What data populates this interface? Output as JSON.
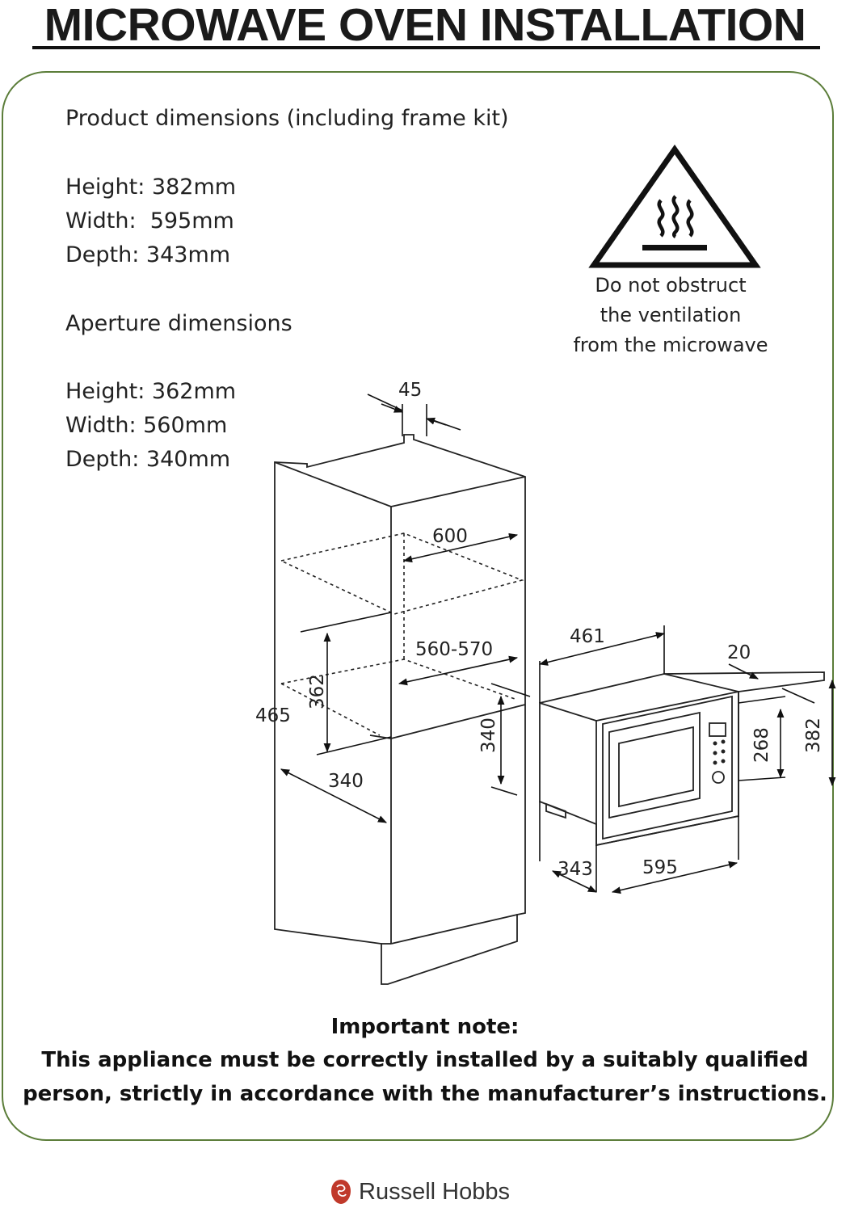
{
  "title": "MICROWAVE OVEN INSTALLATION",
  "product": {
    "heading": "Product dimensions (including frame kit)",
    "height": "Height: 382mm",
    "width": "Width:  595mm",
    "depth": "Depth: 343mm"
  },
  "aperture": {
    "heading": "Aperture dimensions",
    "height": "Height: 362mm",
    "width": "Width: 560mm",
    "depth": "Depth: 340mm"
  },
  "warning": {
    "icon": "hot-surface-warning-icon",
    "line1": "Do not obstruct",
    "line2": "the ventilation",
    "line3": "from the microwave"
  },
  "dimensions": {
    "d45": "45",
    "d600": "600",
    "d560_570": "560-570",
    "d362": "362",
    "d465": "465",
    "d340_depth": "340",
    "d340_height": "340",
    "d461": "461",
    "d20": "20",
    "d268": "268",
    "d382": "382",
    "d343": "343",
    "d595": "595"
  },
  "note": {
    "heading": "Important note:",
    "line1": "This appliance must be correctly installed by a suitably qualified",
    "line2": "person, strictly in accordance with the manufacturer’s instructions."
  },
  "brand": {
    "name": "Russell Hobbs",
    "logo_color": "#c0392b"
  },
  "colors": {
    "panel_border": "#5b7d39"
  }
}
